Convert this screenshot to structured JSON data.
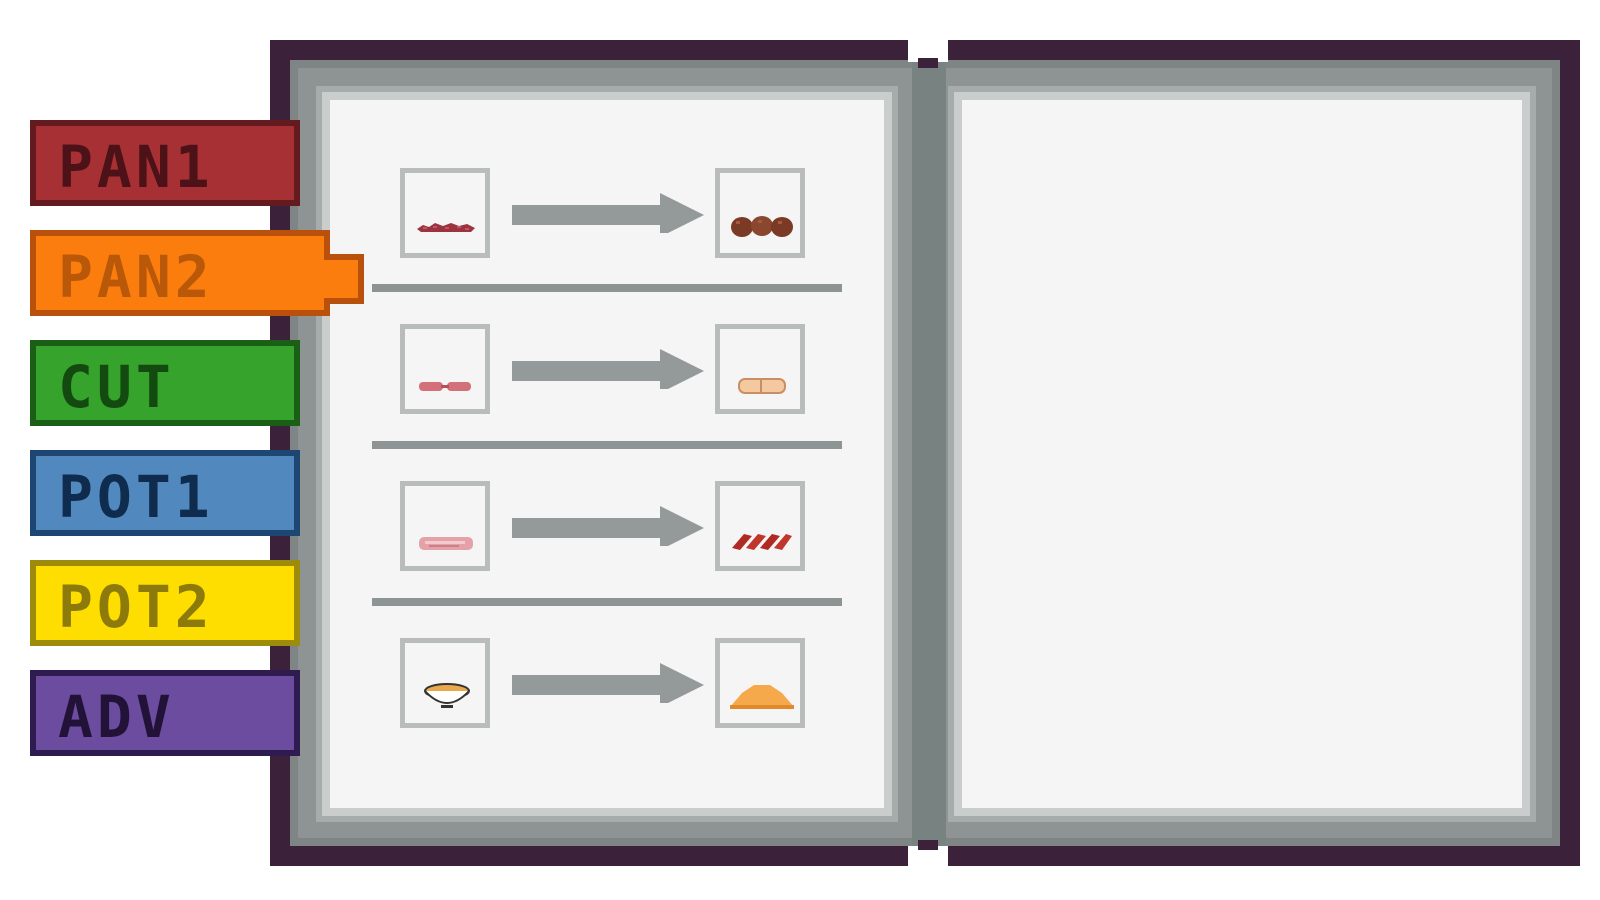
{
  "tabs": [
    {
      "label": "PAN1",
      "color": "#a63034",
      "selected": false
    },
    {
      "label": "PAN2",
      "color": "#fb7d0d",
      "selected": true
    },
    {
      "label": "CUT",
      "color": "#36a32c",
      "selected": false
    },
    {
      "label": "POT1",
      "color": "#5189bf",
      "selected": false
    },
    {
      "label": "POT2",
      "color": "#fede00",
      "selected": false
    },
    {
      "label": "ADV",
      "color": "#6b4c9e",
      "selected": false
    }
  ],
  "recipes": [
    {
      "input": "raw-ground-meat-icon",
      "output": "cooked-meatballs-icon"
    },
    {
      "input": "raw-sausages-icon",
      "output": "cooked-bun-icon"
    },
    {
      "input": "raw-bacon-slab-icon",
      "output": "cooked-bacon-strips-icon"
    },
    {
      "input": "batter-bowl-icon",
      "output": "cooked-pancake-icon"
    }
  ],
  "right_page": {
    "recipes": []
  }
}
